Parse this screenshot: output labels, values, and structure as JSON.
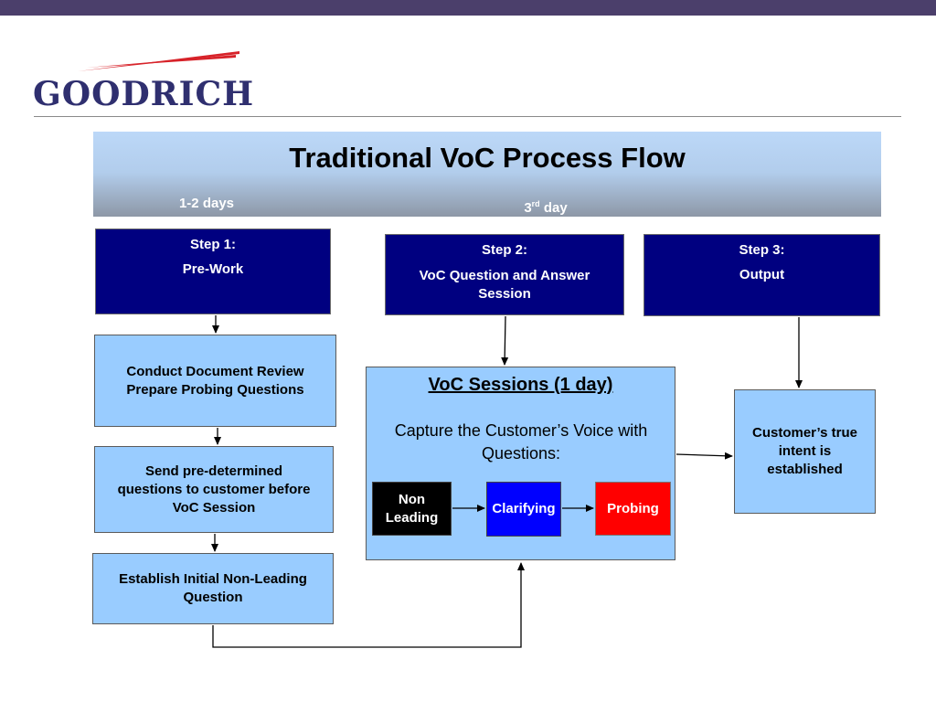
{
  "logo": {
    "text": "GOODRICH"
  },
  "title": "Traditional VoC Process Flow",
  "timeline": {
    "phase1": "1-2 days",
    "phase2_num": "3",
    "phase2_sup": "rd",
    "phase2_word": "day"
  },
  "steps": [
    {
      "label": "Step 1:",
      "name": "Pre-Work"
    },
    {
      "label": "Step 2:",
      "name": "VoC Question and Answer Session"
    },
    {
      "label": "Step 3:",
      "name": "Output"
    }
  ],
  "prework": [
    {
      "line1": "Conduct Document Review",
      "line2": "Prepare Probing Questions"
    },
    {
      "text": "Send pre-determined questions to customer before VoC Session"
    },
    {
      "text": "Establish Initial Non-Leading Question"
    }
  ],
  "voc": {
    "title": "VoC Sessions (1 day)",
    "subtitle": "Capture the Customer’s Voice with Questions:",
    "sequence": [
      {
        "label": "Non Leading",
        "color": "#000000"
      },
      {
        "label": "Clarifying",
        "color": "#0000ff"
      },
      {
        "label": "Probing",
        "color": "#ff0000"
      }
    ]
  },
  "output": {
    "text": "Customer’s true intent is established"
  },
  "colors": {
    "step_fill": "#000080",
    "box_fill": "#99ccff",
    "top_bar": "#4b3f6b"
  }
}
